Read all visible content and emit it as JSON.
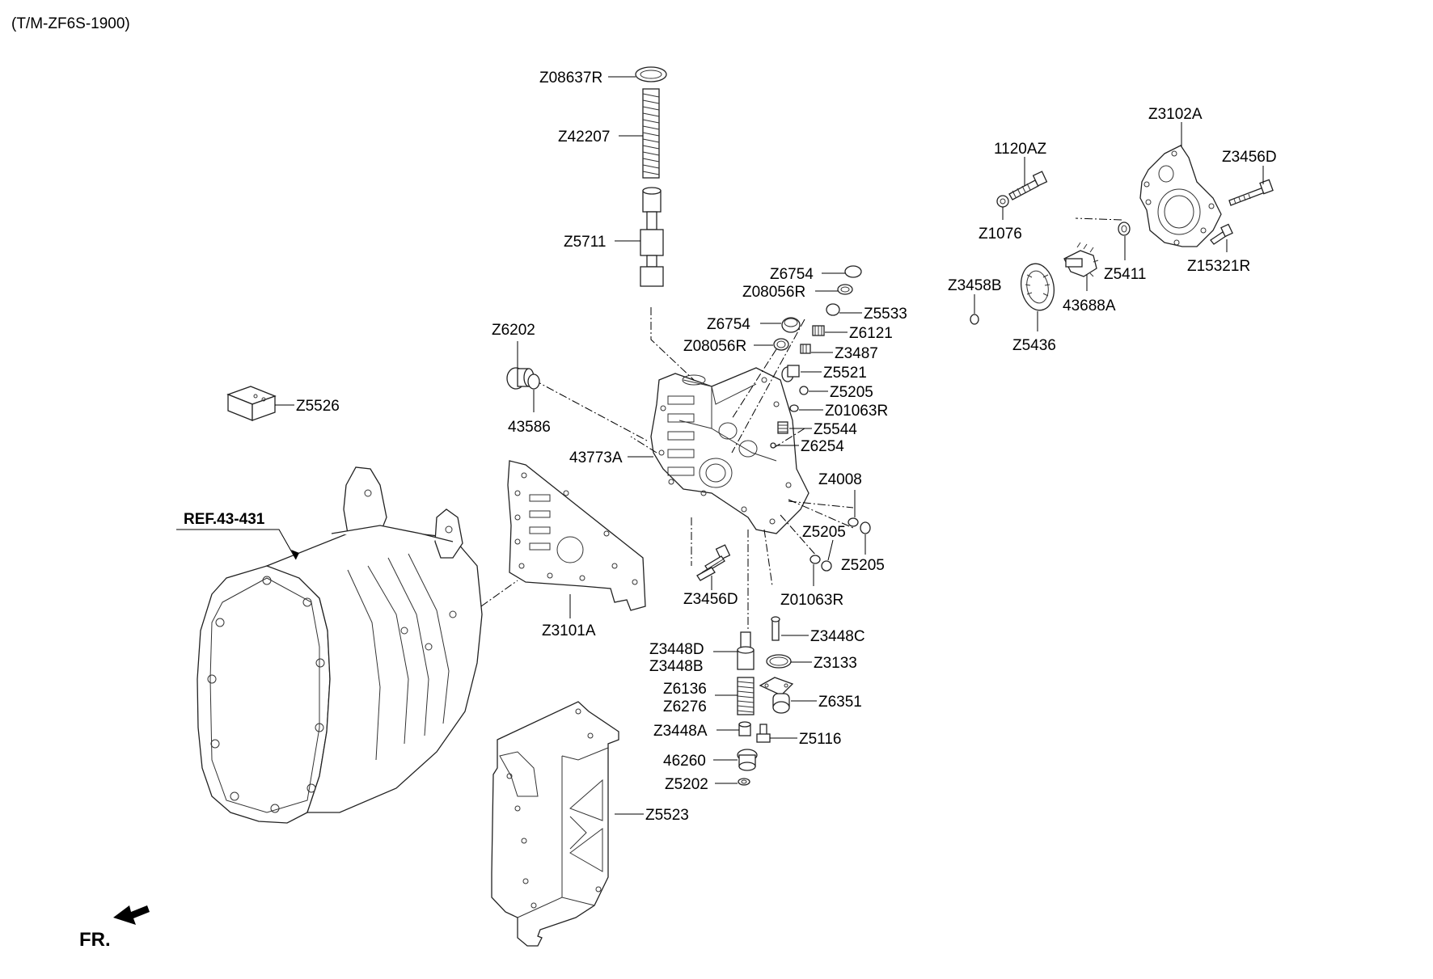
{
  "header": {
    "title": "(T/M-ZF6S-1900)"
  },
  "reference": {
    "label": "REF.43-431"
  },
  "direction": {
    "label": "FR."
  },
  "callouts": {
    "c1": "Z08637R",
    "c2": "Z42207",
    "c3": "Z5711",
    "c4": "Z6202",
    "c5": "43586",
    "c6": "Z5526",
    "c7": "Z6754",
    "c8": "Z08056R",
    "c9": "Z5533",
    "c10": "Z6754",
    "c11": "Z6121",
    "c12": "Z08056R",
    "c13": "Z3487",
    "c14": "Z5521",
    "c15": "Z5205",
    "c16": "Z01063R",
    "c17": "Z5544",
    "c18": "Z6254",
    "c19": "43773A",
    "c20": "Z4008",
    "c21": "Z5205",
    "c22": "Z5205",
    "c23": "Z01063R",
    "c24": "Z3456D",
    "c25": "Z3101A",
    "c26": "Z3448C",
    "c27": "Z3448D",
    "c28": "Z3448B",
    "c29": "Z3133",
    "c30": "Z6136",
    "c31": "Z6276",
    "c32": "Z6351",
    "c33": "Z3448A",
    "c34": "Z5116",
    "c35": "46260",
    "c36": "Z5202",
    "c37": "Z5523",
    "c38": "1120AZ",
    "c39": "Z1076",
    "c40": "Z3102A",
    "c41": "Z3456D",
    "c42": "Z3458B",
    "c43": "Z5411",
    "c44": "Z15321R",
    "c45": "43688A",
    "c46": "Z5436"
  }
}
